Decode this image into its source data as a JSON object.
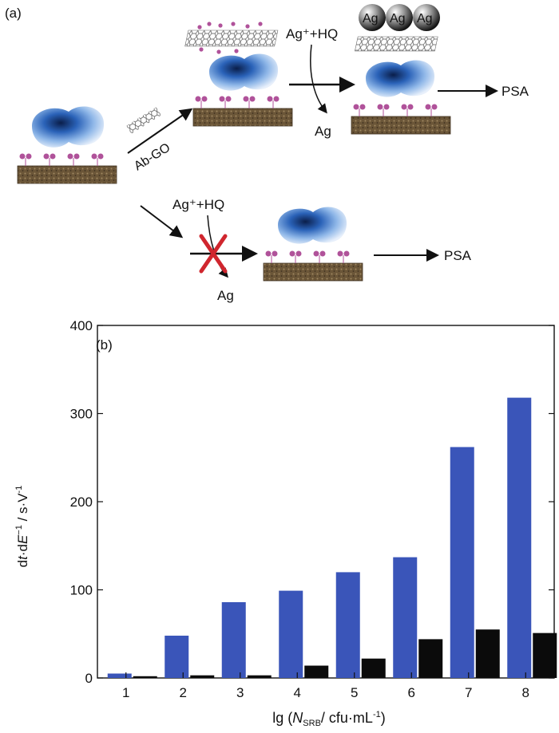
{
  "scheme": {
    "panel_label": "(a)",
    "reagent_top": "Ag⁺+HQ",
    "reagent_bottom": "Ag⁺+HQ",
    "probe_label": "Ab-GO",
    "product_top": "Ag",
    "product_bottom": "Ag",
    "output_top": "PSA",
    "output_bottom": "PSA",
    "silver_particles": [
      "Ag",
      "Ag",
      "Ag"
    ],
    "colors": {
      "bacterium": "#1c4fa0",
      "antibody": "#b0529a",
      "electrode": "#6b5638",
      "graphene_oxide": "#555555",
      "blocked_cross": "#d0262e"
    }
  },
  "chart_data": {
    "type": "bar",
    "panel_label": "(b)",
    "categories": [
      "1",
      "2",
      "3",
      "4",
      "5",
      "6",
      "7",
      "8"
    ],
    "series": [
      {
        "values": [
          5,
          48,
          86,
          99,
          120,
          137,
          262,
          318
        ],
        "color": "#3a55b9"
      },
      {
        "values": [
          2,
          3,
          3,
          14,
          22,
          44,
          55,
          51
        ],
        "color": "#0b0b0b"
      }
    ],
    "ylim": [
      0,
      400
    ],
    "yticks": [
      "0",
      "100",
      "200",
      "300",
      "400"
    ],
    "ylabel": {
      "pre": "d",
      "italic1": "t",
      "mid": "·d",
      "italic2": "E",
      "sup1": "−1",
      "post": " / s·V",
      "sup2": "-1"
    },
    "xlabel": {
      "pre": "lg (",
      "italic": "N",
      "sub": "SRB",
      "post": "/ cfu·mL",
      "sup": "-1",
      "close": ")"
    },
    "grid": false,
    "legend": "none"
  }
}
